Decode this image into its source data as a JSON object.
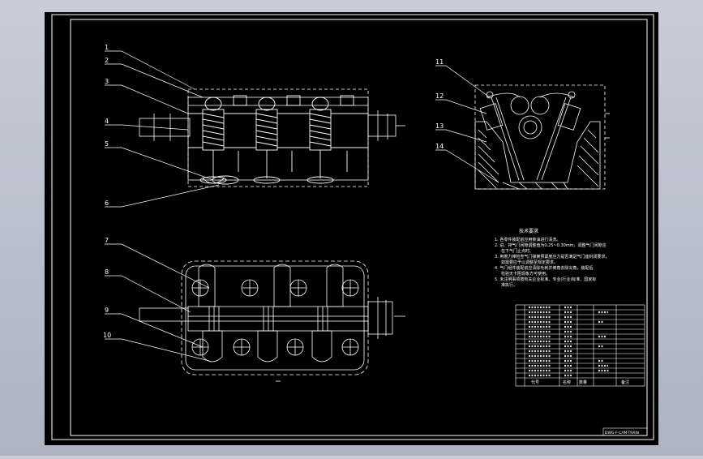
{
  "drawing": {
    "background": "#000000",
    "line_color": "#ffffff",
    "frame_color": "#ffffff"
  },
  "callouts": {
    "c1": "1",
    "c2": "2",
    "c3": "3",
    "c4": "4",
    "c5": "5",
    "c6": "6",
    "c7": "7",
    "c8": "8",
    "c9": "9",
    "c10": "10",
    "c11": "11",
    "c12": "12",
    "c13": "13",
    "c14": "14"
  },
  "notes": {
    "title": "技术要求",
    "line1": "1. 各零件装配前应用柴油进行清洗。",
    "line2": "2. 进、排气门间隙调整值为0.25~0.30mm，调整气门间隙应",
    "line2b": "在下气门止点时。",
    "line3": "3. 用着力棒检查气门弹簧预紧度应力是否满足气门座封闭要求，",
    "line3b": "如需要应予以调整至规定要求。",
    "line4": "4. 气门组件装配前应清除毛刺并倒角去除尖角，装配后",
    "line4b": "检验无卡阻现象方可使用。",
    "line5": "5. 未注明事项按有关企业标准、专业(行业)标准、国家标",
    "line5b": "准执行。"
  },
  "title_block": {
    "col_code": "代号",
    "col_name": "名称",
    "col_qty": "数量",
    "col_note": "备注",
    "drawing_no": "DWG-F-CAM-TRAIN"
  }
}
